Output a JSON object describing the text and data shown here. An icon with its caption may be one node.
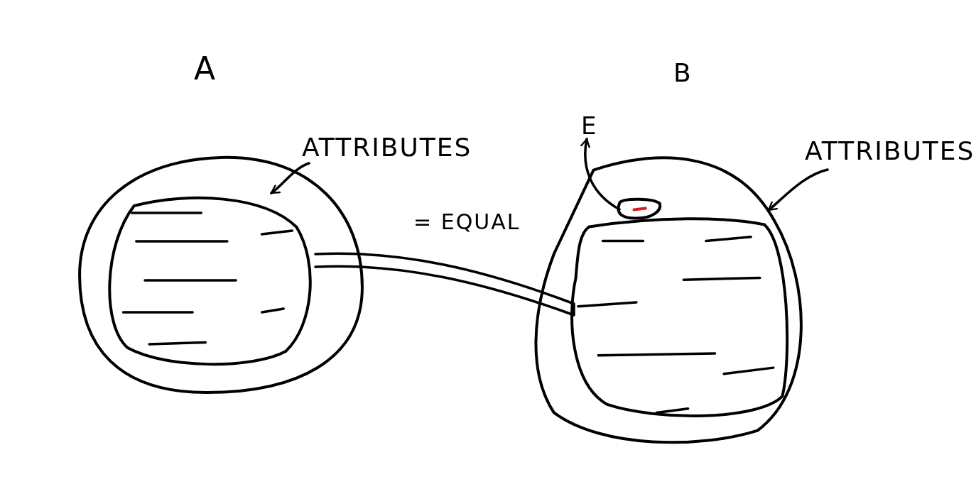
{
  "diagram": {
    "nodes": [
      {
        "text": [
          "A"
        ]
      },
      {
        "text": [],
        "shape": "circle",
        "in": 0
      },
      {
        "text": [
          "ATTRIBUTES"
        ]
      },
      {
        "text": [
          "B"
        ]
      },
      {
        "text": [],
        "shape": "circle",
        "in": 3
      },
      {
        "text": [],
        "shape": "circle",
        "in": 3
      },
      {
        "text": [
          "E"
        ]
      },
      {
        "text": [
          "ATTRIBUTES"
        ]
      }
    ],
    "edges": [
      {
        "from": 2,
        "to": 0,
        "arrow": "to"
      },
      {
        "from": 5,
        "to": 6,
        "arrow": "to"
      },
      {
        "from": 7,
        "to": 3,
        "arrow": "to"
      },
      {
        "from": 1,
        "to": 4,
        "arrow": "none",
        "label": "= EQUAL"
      }
    ]
  }
}
